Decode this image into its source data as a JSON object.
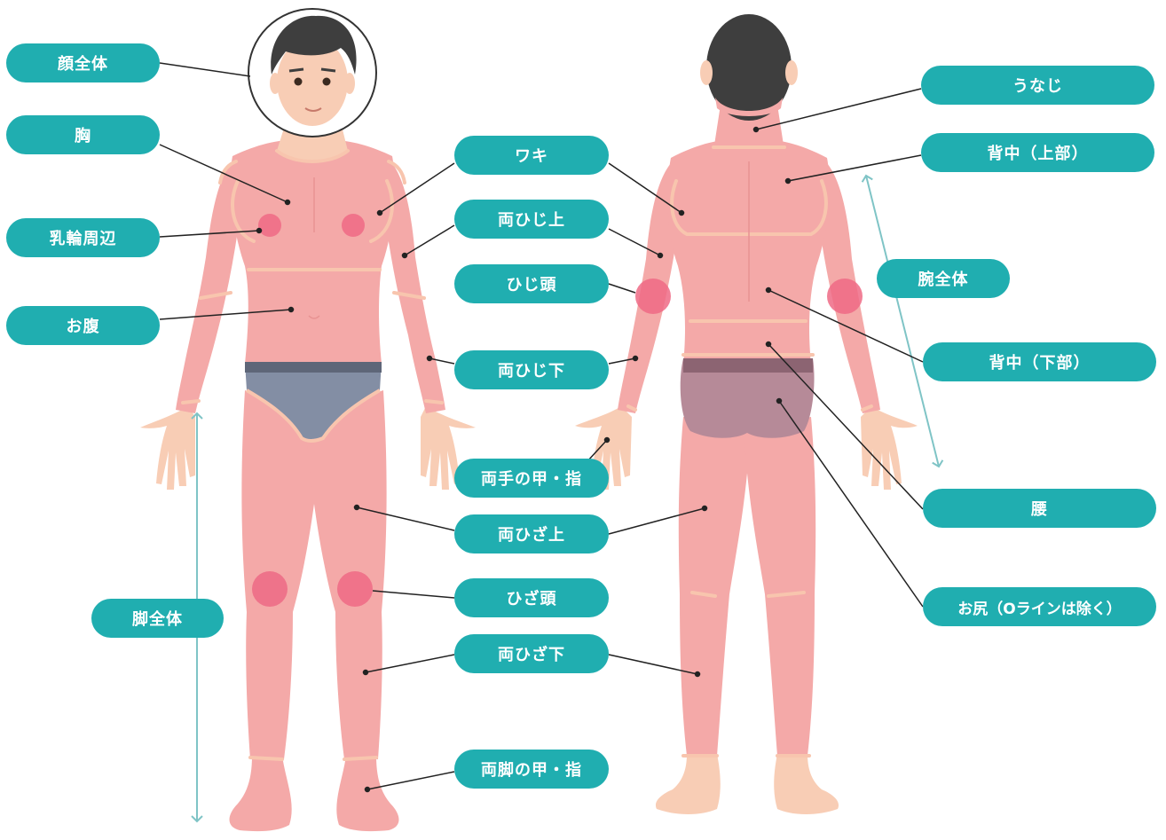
{
  "colors": {
    "accent": "#20aeb0",
    "skin": "#f4a9a8",
    "skin_highlight": "#f8c5ae",
    "hands_feet": "#f8cdb5",
    "hair": "#3e3e3e",
    "underwear_front": "#838ea4",
    "underwear_back": "#b68a98",
    "spot": "#ee6a85",
    "arrow": "#7fc4c6",
    "leader_line": "#222222"
  },
  "labels": {
    "face": "顔全体",
    "chest": "胸",
    "areola": "乳輪周辺",
    "belly": "お腹",
    "legs": "脚全体",
    "armpit": "ワキ",
    "upper_arm": "両ひじ上",
    "elbow": "ひじ頭",
    "forearm": "両ひじ下",
    "hands": "両手の甲・指",
    "thigh": "両ひざ上",
    "knee": "ひざ頭",
    "lower_leg": "両ひざ下",
    "feet": "両脚の甲・指",
    "nape": "うなじ",
    "upper_back": "背中（上部）",
    "arms": "腕全体",
    "lower_back": "背中（下部）",
    "waist": "腰",
    "buttocks": "お尻（Oラインは除く）"
  }
}
